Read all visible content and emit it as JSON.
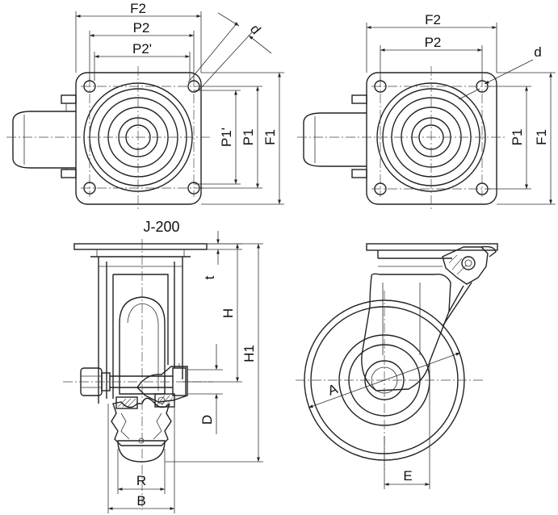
{
  "title": "J-200",
  "top_left_view": {
    "labels": {
      "f2": "F2",
      "p2": "P2",
      "p2_prime": "P2'",
      "d": "d",
      "p1_prime": "P1'",
      "p1": "P1",
      "f1": "F1"
    }
  },
  "top_right_view": {
    "labels": {
      "f2": "F2",
      "p2": "P2",
      "d": "d",
      "p1": "P1",
      "f1": "F1"
    }
  },
  "front_view": {
    "labels": {
      "t": "t",
      "h": "H",
      "h1": "H1",
      "d_dim": "D",
      "r": "R",
      "b": "B"
    }
  },
  "side_view": {
    "labels": {
      "a": "A",
      "e": "E"
    }
  }
}
